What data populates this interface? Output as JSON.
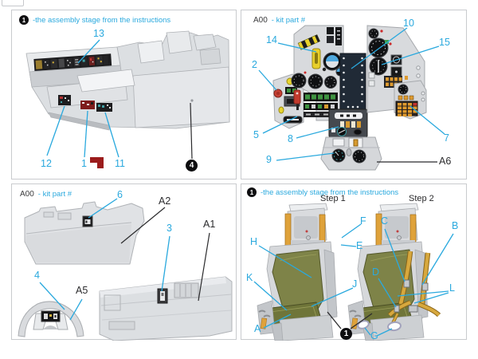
{
  "colors": {
    "accent": "#2aa9de",
    "ink": "#2b2b2d",
    "panel_border": "#c9cbce",
    "decal_red": "#9b1c1c"
  },
  "tl": {
    "badge": "1",
    "title": "-the assembly stage from the instructions",
    "c13": "13",
    "c12": "12",
    "c1": "1",
    "c11": "11",
    "kit_badge": "4"
  },
  "tr": {
    "part": "A00",
    "suffix": "- kit part #",
    "c14": "14",
    "c10": "10",
    "c15": "15",
    "c2": "2",
    "c5": "5",
    "c8": "8",
    "c9": "9",
    "c7": "7",
    "kit": "A6"
  },
  "bl": {
    "part": "A00",
    "suffix": "- kit part #",
    "c6": "6",
    "c3": "3",
    "c4": "4",
    "kit_a2": "A2",
    "kit_a1": "A1",
    "kit_a5": "A5"
  },
  "br": {
    "badge": "1",
    "title": "-the assembly stage from the instructions",
    "step1": "Step 1",
    "step2": "Step 2",
    "cF": "F",
    "cE": "E",
    "cH": "H",
    "cK": "K",
    "cA": "A",
    "cJ": "J",
    "cC": "C",
    "cB": "B",
    "cD": "D",
    "cL": "L",
    "cG": "G",
    "kit_badge": "1"
  }
}
